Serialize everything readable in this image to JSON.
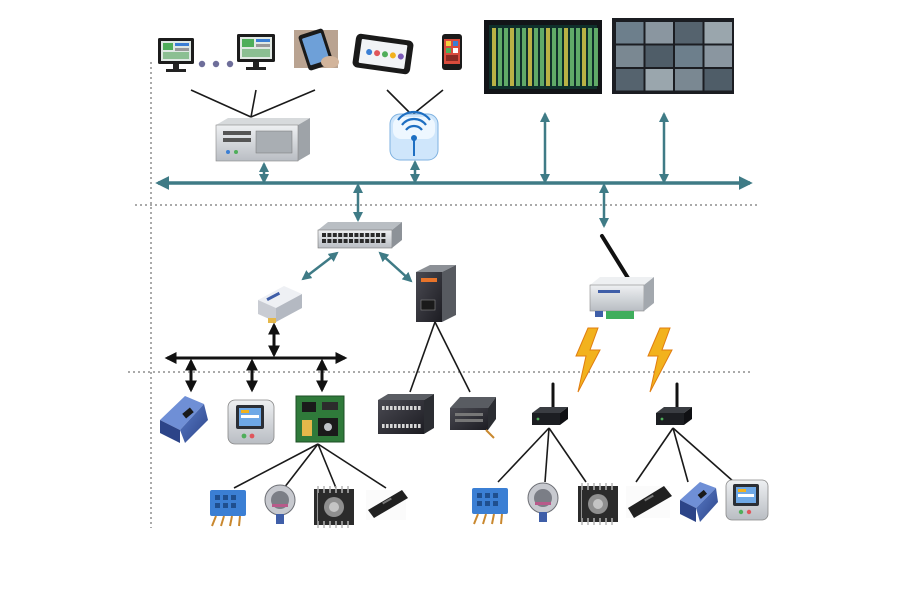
{
  "diagram": {
    "colors": {
      "bus": "#3f7b86",
      "wire": "#1a1a1a",
      "divider": "#555555",
      "lightning": "#f2b21d",
      "lightning_edge": "#e07d10",
      "device_dark": "#2e2e33",
      "device_gray": "#c8cbd0",
      "device_blue": "#3f5ea8",
      "screen_green": "#4fae5a",
      "pcb_green": "#2f7a3a",
      "sensor_blue": "#3b7fd4",
      "antenna": "#111111"
    },
    "tiers": [
      {
        "name": "monitoring-clients",
        "devices": [
          "desktop-monitor",
          "desktop-monitor",
          "smartphone",
          "tablet",
          "smartphone",
          "data-display-wall",
          "video-display-wall"
        ]
      },
      {
        "name": "access-layer",
        "devices": [
          "industrial-pc",
          "wireless-access-point"
        ]
      },
      {
        "name": "network-switch-layer",
        "devices": [
          "network-switch",
          "wireless-gateway"
        ]
      },
      {
        "name": "conversion-layer",
        "devices": [
          "serial-converter",
          "server-box"
        ]
      },
      {
        "name": "field-controllers",
        "devices": [
          "blue-terminal",
          "lcd-meter",
          "control-board",
          "plc",
          "io-module",
          "wireless-node",
          "wireless-node"
        ]
      },
      {
        "name": "sensors",
        "devices": [
          "humidity-sensor",
          "pressure-sensor",
          "gas-sensor",
          "chip-sensor",
          "humidity-sensor",
          "pressure-sensor",
          "gas-sensor",
          "chip-sensor",
          "blue-terminal",
          "lcd-meter"
        ]
      }
    ]
  }
}
